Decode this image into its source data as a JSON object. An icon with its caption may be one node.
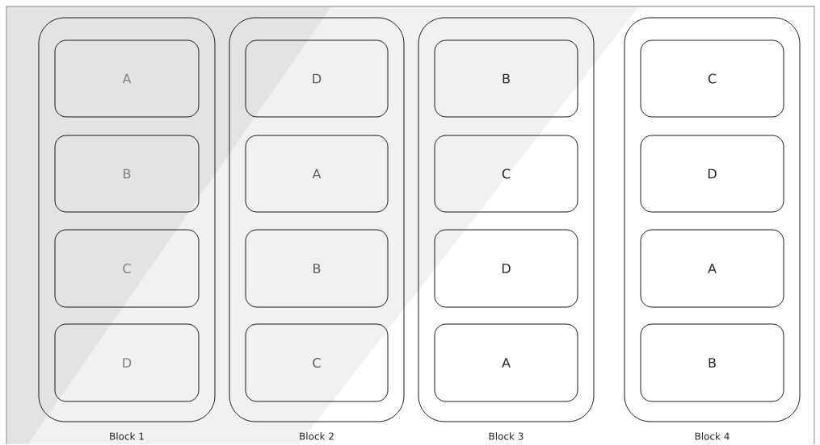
{
  "diagram": {
    "nodes": [
      {
        "text": [
          "Block 1"
        ]
      },
      {
        "text": [
          "A"
        ],
        "in": 0
      },
      {
        "text": [
          "B"
        ],
        "in": 0
      },
      {
        "text": [
          "C"
        ],
        "in": 0
      },
      {
        "text": [
          "D"
        ],
        "in": 0
      },
      {
        "text": [
          "Block 2"
        ]
      },
      {
        "text": [
          "D"
        ],
        "in": 5
      },
      {
        "text": [
          "A"
        ],
        "in": 5
      },
      {
        "text": [
          "B"
        ],
        "in": 5
      },
      {
        "text": [
          "C"
        ],
        "in": 5
      },
      {
        "text": [
          "Block 3"
        ]
      },
      {
        "text": [
          "B"
        ],
        "in": 10
      },
      {
        "text": [
          "C"
        ],
        "in": 10
      },
      {
        "text": [
          "D"
        ],
        "in": 10
      },
      {
        "text": [
          "A"
        ],
        "in": 10
      },
      {
        "text": [
          "Block 4"
        ]
      },
      {
        "text": [
          "C"
        ],
        "in": 15
      },
      {
        "text": [
          "D"
        ],
        "in": 15
      },
      {
        "text": [
          "A"
        ],
        "in": 15
      },
      {
        "text": [
          "B"
        ],
        "in": 15
      }
    ]
  }
}
